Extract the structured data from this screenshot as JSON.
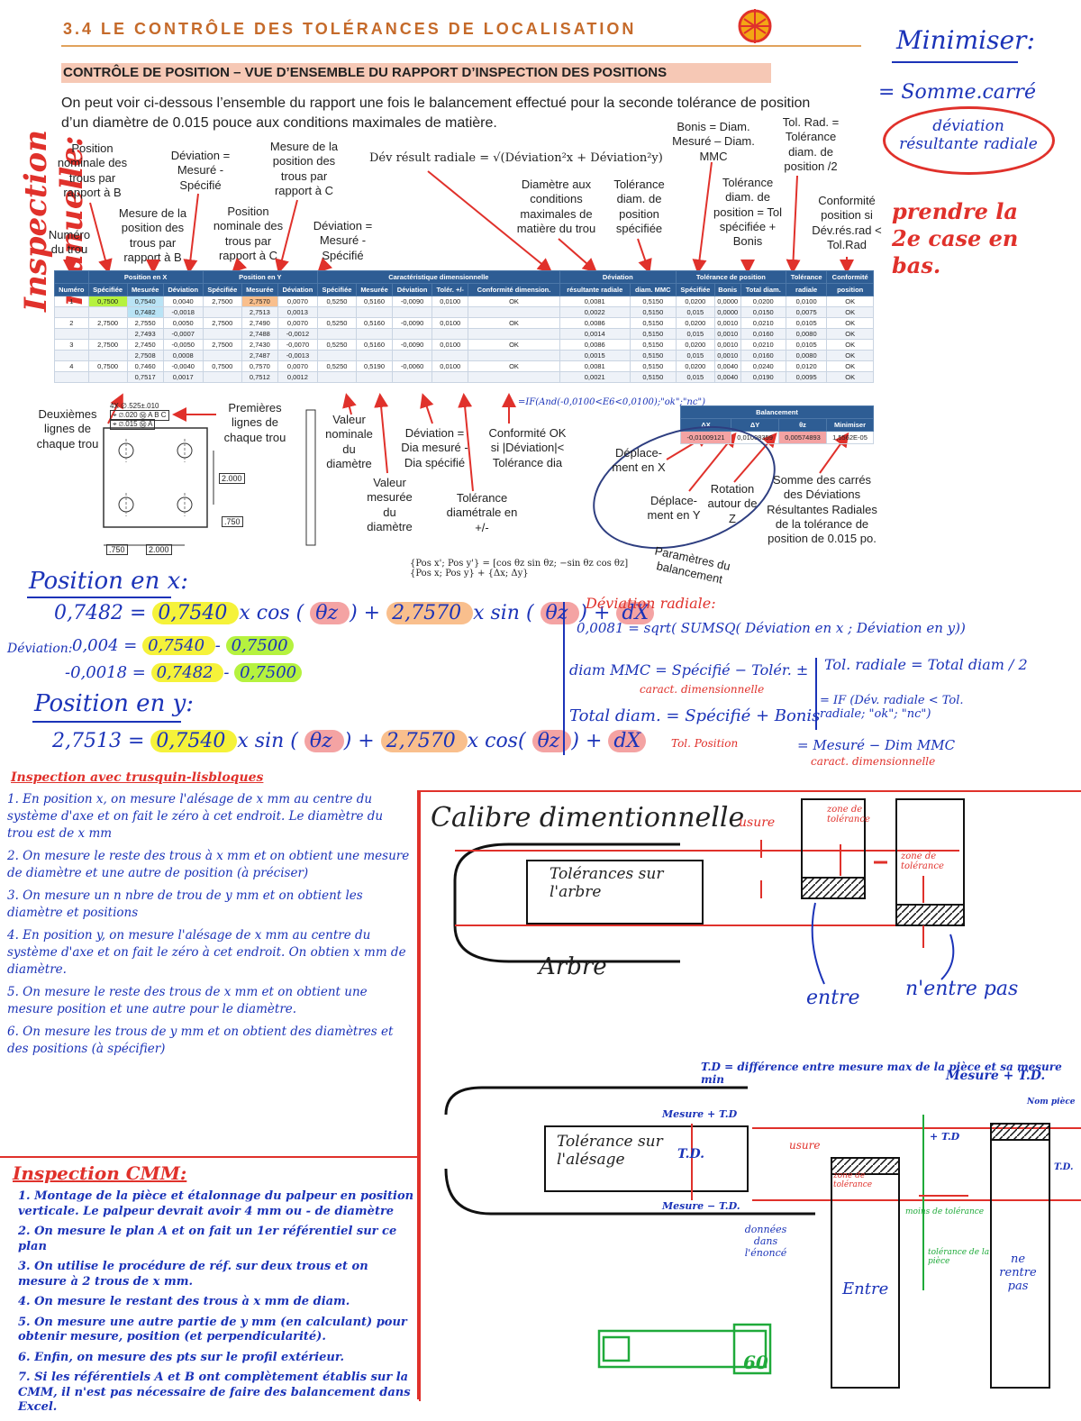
{
  "header": {
    "section_title": "3.4  LE CONTRÔLE DES TOLÉRANCES DE LOCALISATION",
    "subtitle": "CONTRÔLE DE POSITION – VUE D’ENSEMBLE DU RAPPORT D’INSPECTION DES POSITIONS",
    "intro": "On peut voir ci-dessous l’ensemble du rapport une fois le balancement effectué pour la seconde tolérance de position d’un diamètre de 0.015 pouce aux conditions maximales de matière."
  },
  "side_title": "Inspection manuelle:",
  "callouts": {
    "pos_nom_b": "Position nominale des trous par rapport à B",
    "dev_b": "Déviation = Mesuré - Spécifié",
    "mes_pos_c": "Mesure de la position des trous par rapport à C",
    "num_trou": "Numéro du trou",
    "mes_pos_b": "Mesure de la position des trous par rapport à B",
    "pos_nom_c": "Position nominale des trous par rapport à C",
    "dev_c": "Déviation = Mesuré - Spécifié",
    "formula": "Dév résult radiale = √(Déviation²x + Déviation²y)",
    "diam_cmm": "Diamètre aux conditions maximales de matière du trou",
    "tol_diam": "Tolérance diam. de position spécifiée",
    "bonis": "Bonis = Diam. Mesuré – Diam. MMC",
    "tol_total": "Tolérance diam. de position = Tol spécifiée + Bonis",
    "tol_rad": "Tol. Rad. = Tolérance diam. de position /2",
    "conformite": "Conformité position si Dév.rés.rad < Tol.Rad",
    "deuxiemes": "Deuxièmes lignes de chaque trou",
    "premieres": "Premières lignes de chaque trou",
    "val_nom": "Valeur nominale du diamètre",
    "val_mes": "Valeur mesurée du diamètre",
    "dev_dia": "Déviation = Dia mesuré - Dia spécifié",
    "tol_diametral": "Tolérance diamétrale en +/-",
    "conf_ok": "Conformité OK si |Déviation|< Tolérance dia",
    "dep_x": "Déplace-ment en X",
    "dep_y": "Déplace-ment en Y",
    "rot_z": "Rotation autour de Z",
    "somme": "Somme des carrés des Déviations Résultantes Radiales de la tolérance de position de 0.015 po.",
    "param": "Paramètres du balancement",
    "matrix": "{Pos x'; Pos y'} = [cos θz  sin θz; −sin θz  cos θz] {Pos x; Pos y} + {Δx; Δy}",
    "if_formula": "=IF(And(-0,0100<E6<0,0100);\"ok\";\"nc\")"
  },
  "table": {
    "group_headers": [
      "Position en X",
      "Position en Y",
      "Caractéristique dimensionnelle",
      "Déviation",
      "Tolérance de position",
      "Tolérance",
      "Conformité"
    ],
    "columns": [
      "Numéro",
      "Spécifiée",
      "Mesurée",
      "Déviation",
      "Spécifiée",
      "Mesurée",
      "Déviation",
      "Spécifiée",
      "Mesurée",
      "Déviation",
      "Tolér. +/-",
      "Conformité dimension.",
      "résultante radiale",
      "diam. MMC",
      "Spécifiée",
      "Bonis",
      "Total diam.",
      "radiale",
      "position"
    ],
    "rows": [
      [
        "1",
        "0,7500",
        "0,7540",
        "0,0040",
        "2,7500",
        "2,7570",
        "0,0070",
        "0,5250",
        "0,5160",
        "-0,0090",
        "0,0100",
        "OK",
        "0,0081",
        "0,5150",
        "0,0200",
        "0,0000",
        "0,0200",
        "0,0100",
        "OK"
      ],
      [
        "",
        "",
        "0,7482",
        "-0,0018",
        "",
        "2,7513",
        "0,0013",
        "",
        "",
        "",
        "",
        "",
        "0,0022",
        "0,5150",
        "0,015",
        "0,0000",
        "0,0150",
        "0,0075",
        "OK"
      ],
      [
        "2",
        "2,7500",
        "2,7550",
        "0,0050",
        "2,7500",
        "2,7490",
        "0,0070",
        "0,5250",
        "0,5160",
        "-0,0090",
        "0,0100",
        "OK",
        "0,0086",
        "0,5150",
        "0,0200",
        "0,0010",
        "0,0210",
        "0,0105",
        "OK"
      ],
      [
        "",
        "",
        "2,7493",
        "-0,0007",
        "",
        "2,7488",
        "-0,0012",
        "",
        "",
        "",
        "",
        "",
        "0,0014",
        "0,5150",
        "0,015",
        "0,0010",
        "0,0160",
        "0,0080",
        "OK"
      ],
      [
        "3",
        "2,7500",
        "2,7450",
        "-0,0050",
        "2,7500",
        "2,7430",
        "-0,0070",
        "0,5250",
        "0,5160",
        "-0,0090",
        "0,0100",
        "OK",
        "0,0086",
        "0,5150",
        "0,0200",
        "0,0010",
        "0,0210",
        "0,0105",
        "OK"
      ],
      [
        "",
        "",
        "2,7508",
        "0,0008",
        "",
        "2,7487",
        "-0,0013",
        "",
        "",
        "",
        "",
        "",
        "0,0015",
        "0,5150",
        "0,015",
        "0,0010",
        "0,0160",
        "0,0080",
        "OK"
      ],
      [
        "4",
        "0,7500",
        "0,7460",
        "-0,0040",
        "0,7500",
        "0,7570",
        "0,0070",
        "0,5250",
        "0,5190",
        "-0,0060",
        "0,0100",
        "OK",
        "0,0081",
        "0,5150",
        "0,0200",
        "0,0040",
        "0,0240",
        "0,0120",
        "OK"
      ],
      [
        "",
        "",
        "0,7517",
        "0,0017",
        "",
        "0,7512",
        "0,0012",
        "",
        "",
        "",
        "",
        "",
        "0,0021",
        "0,5150",
        "0,015",
        "0,0040",
        "0,0190",
        "0,0095",
        "OK"
      ]
    ]
  },
  "balancement": {
    "title": "Balancement",
    "headers": [
      "ΔX",
      "ΔY",
      "θz",
      "Minimiser"
    ],
    "values": [
      "-0,01009121",
      "0,01008359",
      "0,00574893",
      "1,5562E-05"
    ]
  },
  "drawing": {
    "fcf_top": "4X ∅.525±.010",
    "fcf1": "⌖ ∅.020 Ⓜ A B C",
    "fcf2": "⌖ ∅.015 Ⓜ A",
    "dim_2000": "2.000",
    "dim_750a": ".750",
    "dim_750b": ".750",
    "dim_2000b": "2.000"
  },
  "notes": {
    "minimiser": "Minimiser:",
    "somme_carre": "= Somme.carré",
    "dev_res": "déviation résultante radiale",
    "prendre": "prendre la 2e case en bas.",
    "pos_x_title": "Position en x:",
    "eq_x1": [
      "0,7482",
      "=",
      "0,7540",
      "x cos (",
      "θz",
      ")",
      "+",
      "2,7570",
      "x sin (",
      "θz",
      ")",
      "+",
      "dX"
    ],
    "dev_lbl": "Déviation:",
    "dev1": [
      "0,004",
      "=",
      "0,7540",
      "-",
      "0,7500"
    ],
    "dev2": [
      "-0,0018",
      "=",
      "0,7482",
      "-",
      "0,7500"
    ],
    "pos_y_title": "Position en y:",
    "eq_y1": [
      "2,7513",
      "=",
      "0,7540",
      "x sin (",
      "θz",
      ")",
      "+",
      "2,7570",
      "x cos(",
      "θz",
      ")",
      "+",
      "dX"
    ],
    "dev_rad_title": "Déviation radiale:",
    "dev_rad_eq": "0,0081 = sqrt( SUMSQ( Déviation en x ; Déviation en y))",
    "diam_mmc": "diam MMC = Spécifié − Tolér. ±",
    "diam_mmc_sub": "caract. dimensionnelle",
    "total_diam": "Total diam. = Spécifié + Bonis",
    "total_diam_sub": "Tol. Position",
    "tol_radiale": "Tol. radiale = Total diam / 2",
    "if_note": "= IF (Dév. radiale < Tol. radiale; \"ok\"; \"nc\")",
    "mesure_dim": "= Mesuré − Dim MMC",
    "mesure_dim_sub": "caract. dimensionnelle",
    "insp_title": "Inspection avec trusquin-lisbloques",
    "insp_steps": [
      "1. En position x, on mesure l'alésage de x mm au centre du système d'axe et on fait le zéro à cet endroit. Le diamètre du trou est de x mm",
      "2. On mesure le reste des trous à x mm et on obtient une mesure de diamètre et une autre de position (à préciser)",
      "3. On mesure un n nbre de trou de y mm et on obtient les diamètre et positions",
      "4. En position y, on mesure l'alésage de x mm au centre du système d'axe et on fait le zéro à cet endroit. On obtien x mm de diamètre.",
      "5. On mesure le reste des trous de x mm et on obtient une mesure position et une autre pour le diamètre.",
      "6. On mesure les trous de y mm et on obtient des diamètres et des positions (à spécifier)"
    ],
    "cmm_title": "Inspection CMM:",
    "cmm_steps": [
      "1. Montage de la pièce et étalonnage du palpeur en position verticale. Le palpeur devrait avoir 4 mm ou - de diamètre",
      "2. On mesure le plan A et on fait un 1er référentiel sur ce plan",
      "3. On utilise le procédure de réf. sur deux trous et on mesure à 2 trous de x mm.",
      "4. On mesure le restant des trous à x mm de diam.",
      "5. On mesure une autre partie de y mm (en calculant) pour obtenir mesure, position (et perpendicularité).",
      "6. Enfin, on mesure des pts sur le profil extérieur.",
      "7. Si les référentiels A et B ont complètement établis sur la CMM, il n'est pas nécessaire de faire des balancement dans Excel."
    ],
    "calibre_title": "Calibre dimentionnelle",
    "tol_arbre": "Tolérances sur l'arbre",
    "arbre": "Arbre",
    "usure1": "usure",
    "zone_tol1": "zone de tolérance",
    "zone_tol2": "zone de tolérance",
    "entre1": "entre",
    "n_entre_pas": "n'entre pas",
    "td_def": "T.D = différence entre mesure max de la pièce et sa mesure min",
    "mesure_td": "Mesure + T.D.",
    "tol_alesage": "Tolérance sur l'alésage",
    "mesure_plus_td": "Mesure + T.D",
    "td": "T.D.",
    "mesure_moins_td": "Mesure − T.D.",
    "usure2": "usure",
    "donnes": "données dans l'énoncé",
    "zone_tol3": "zone de tolérance",
    "entre2": "Entre",
    "ne_rentre_pas": "ne rentre pas",
    "taille_td": "+ T.D",
    "mes_green": "moins de tolérance",
    "tol_sans": "tolérance de la pièce",
    "nom_piece": "Nom pièce",
    "td_small": "T.D.",
    "gauge_num": "60"
  },
  "colors": {
    "accent": "#c56a2a",
    "blue": "#1b33b8",
    "red": "#e0312b",
    "green": "#1faa3a",
    "table_head": "#2e5d94"
  }
}
